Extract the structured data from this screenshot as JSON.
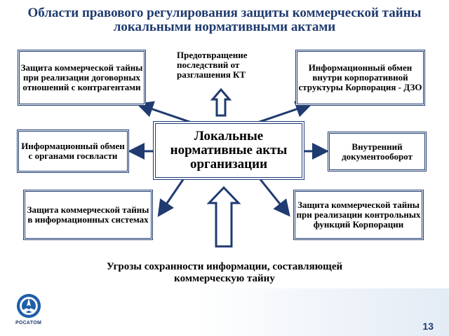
{
  "title": "Области правового регулирования защиты коммерческой тайны локальными нормативными актами",
  "center": "Локальные нормативные акты организации",
  "boxes": {
    "top_left": "Защита коммерческой тайны при реализации договорных отношений с контрагентами",
    "top_right": "Информационный обмен внутри корпоративной структуры Корпорация - ДЗО",
    "mid_left": "Информационный обмен с органами госвласти",
    "mid_right": "Внутренний документооборот",
    "bot_left": "Защита коммерческой тайны в информационных системах",
    "bot_right": "Защита коммерческой тайны при реализации контрольных функций Корпорации"
  },
  "prevention": "Предотвращение последствий от разглашения КТ",
  "threats": "Угрозы сохранности информации, составляющей коммерческую тайну",
  "logo": {
    "text": "РОСАТОМ",
    "icon": "rosatom-logo-icon"
  },
  "page_number": "13",
  "colors": {
    "accent": "#1f3b70",
    "arrow": "#1f3b70"
  }
}
